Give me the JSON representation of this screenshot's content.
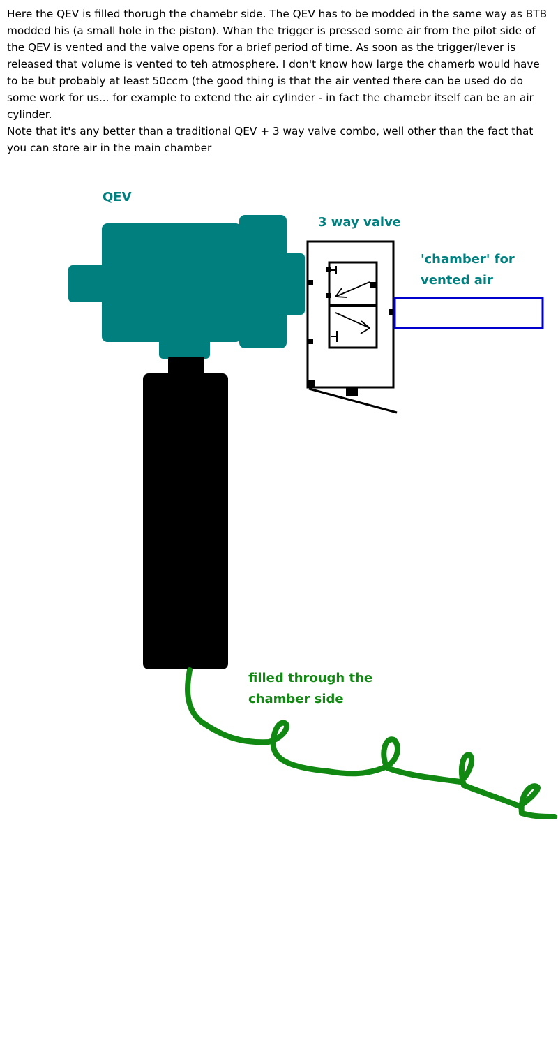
{
  "description": {
    "paragraphs": [
      "Here the QEV is filled thorugh the chamebr side. The QEV has to be modded in the same way as BTB modded his (a small hole in the piston). Whan the trigger is pressed some air from the pilot side of the QEV is vented and the valve opens for a brief period of time. As soon as the trigger/lever is released that volume is vented to teh atmosphere. I don't know how large the chamerb would have to be but probably at least 50ccm (the good thing is that the air vented there can be used do do some work for us... for example to extend the air cylinder - in fact the chamebr itself can be an air cylinder.",
      "Note that it's any better than a traditional QEV + 3 way valve combo, well other than the fact that you can store air in the main chamber"
    ]
  },
  "diagram": {
    "labels": {
      "qev": "QEV",
      "three_way_valve": "3 way valve",
      "vent_chamber_line1": "'chamber' for",
      "vent_chamber_line2": "vented air",
      "fill_line1": "filled through the",
      "fill_line2": "chamber side"
    },
    "colors": {
      "qev_body": "#007f7f",
      "tank": "#000000",
      "vent_chamber_outline": "#0000cc",
      "hose": "#118811",
      "label_teal": "#007f7f",
      "label_green": "#118811"
    }
  }
}
